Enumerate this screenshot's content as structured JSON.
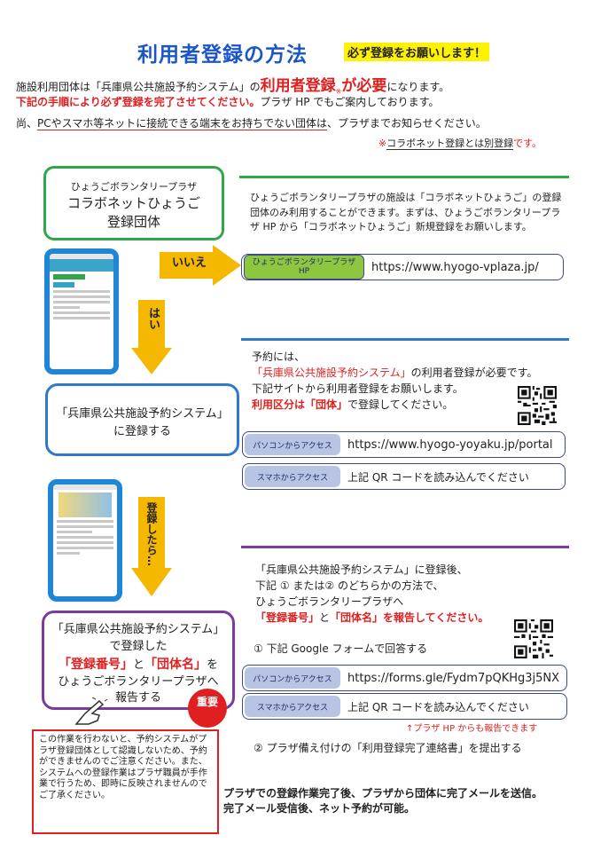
{
  "header": {
    "title": "利用者登録の方法",
    "must_badge": "必ず登録をお願いします！",
    "line1_pre": "施設利用団体は「兵庫県公共施設予約システム」の",
    "line1_big": "利用者登録",
    "line1_mark": "※",
    "line1_big2": "が必要",
    "line1_post": "になります。",
    "line2_red": "下記の手順により必ず登録を完了させてください。",
    "line2_post": "プラザ HP でもご案内しております。",
    "line3_pre": "尚、",
    "line3_u": "PCやスマホ等ネットに接続できる端末をお持ちでない団体は",
    "line3_post": "、プラザまでお知らせください。",
    "note_mark": "※",
    "note_u": "コラボネット登録とは別登録",
    "note_post": "です。"
  },
  "flow": {
    "box1_small": "ひょうごボランタリープラザ",
    "box1_main1": "コラボネットひょうご",
    "box1_main2": "登録団体",
    "no_label": "いいえ",
    "yes_label": "はい",
    "box2_line1": "「兵庫県公共施設予約システム」",
    "box2_line2": "に登録する",
    "after_label": "登録したら…",
    "box3_line1": "「兵庫県公共施設予約システム」",
    "box3_line2": "で登録した",
    "box3_red1": "「登録番号」",
    "box3_and": "と",
    "box3_red2": "「団体名」",
    "box3_wo": "を",
    "box3_line4": "ひょうごボランタリープラザへ",
    "box3_line5": "報告する",
    "badge": "重要",
    "warning": "この作業を行わないと、予約システムがプラザ登録団体として認識しないため、予約ができませんのでご注意ください。また、システムへの登録作業はプラザ職員が手作業で行うため、即時に反映されませんのでご了承ください。"
  },
  "panel1": {
    "text": "ひょうごボランタリープラザの施設は「コラボネットひょうご」の登録団体のみ利用することができます。まずは、ひょうごボランタリープラザ HP から「コラボネットひょうご」新規登録をお願いします。",
    "tag": "ひょうごボランタリープラザ HP",
    "url": "https://www.hyogo-vplaza.jp/"
  },
  "panel2": {
    "line1": "予約には、",
    "line2_red": "「兵庫県公共施設予約システム」",
    "line2_post": "の利用者登録が必要です。",
    "line3": "下記サイトから利用者登録をお願いします。",
    "line4_red": "利用区分は「団体」",
    "line4_post": "で登録してください。",
    "pc_tag": "パソコンからアクセス",
    "pc_url": "https://www.hyogo-yoyaku.jp/portal",
    "sp_tag": "スマホからアクセス",
    "sp_text": "上記 QR コードを読み込んでください"
  },
  "panel3": {
    "line1": "「兵庫県公共施設予約システム」に登録後、",
    "line2": "下記 ① または② のどちらかの方法で、",
    "line3": "ひょうごボランタリープラザへ",
    "line4_red1": "「登録番号」",
    "line4_and": "と",
    "line4_red2": "「団体名」",
    "line4_red3": "を報告してください。",
    "step1": "① 下記 Google フォームで回答する",
    "pc_tag": "パソコンからアクセス",
    "pc_url": "https://forms.gle/Fydm7pQKHg3j5NX",
    "sp_tag": "スマホからアクセス",
    "sp_text": "上記 QR コードを読み込んでください",
    "red_note": "↑プラザ HP からも報告できます",
    "step2": "② プラザ備え付けの「利用登録完了連絡書」を提出する"
  },
  "footer": {
    "line1": "プラザでの登録作業完了後、プラザから団体に完了メールを送信。",
    "line2": "完了メール受信後、ネット予約が可能。"
  }
}
